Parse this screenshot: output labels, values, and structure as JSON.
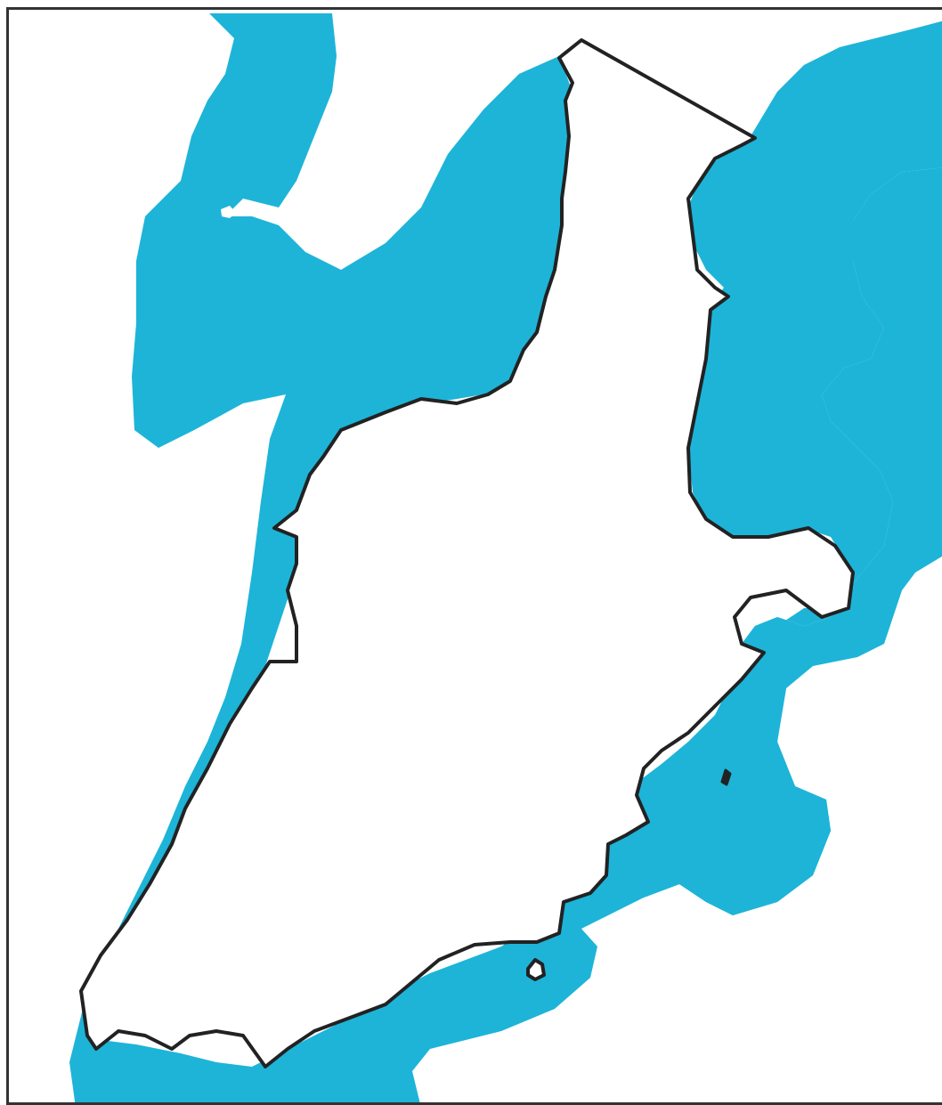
{
  "map": {
    "colors": {
      "background": "#ffffff",
      "water_buffer": "#1db4d8",
      "boundary_outline": "#222222",
      "frame": "#333333"
    },
    "layers": [
      "water-buffer-zone",
      "land-boundary-outline",
      "islet-outlines"
    ]
  }
}
